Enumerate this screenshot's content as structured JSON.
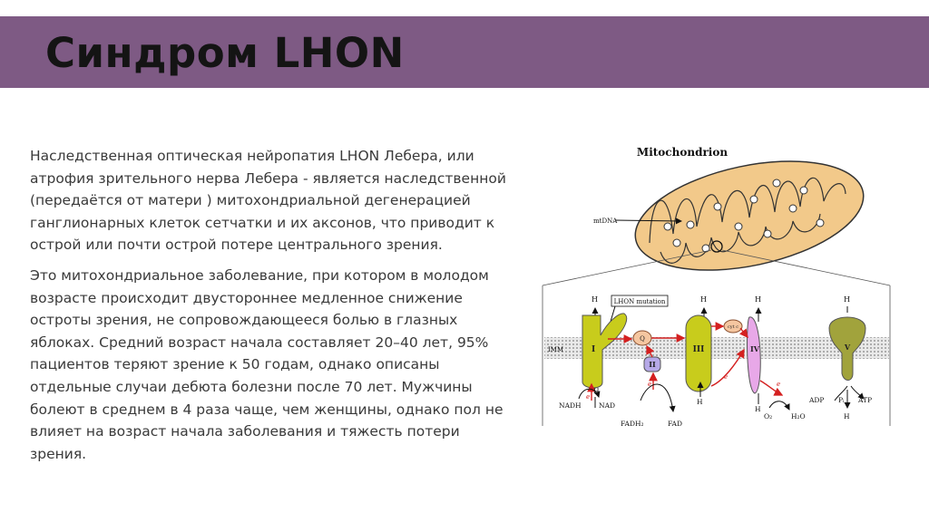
{
  "title": "Синдром LHON",
  "paragraphs": [
    "Наследственная оптическая нейропатия LHON Лебера, или атрофия зрительного нерва Лебера  - является наследственной (передаётся от матери ) митохондриальной дегенерацией ганглионарных клеток сетчатки и их аксонов, что приводит к острой или почти острой потере центрального зрения.",
    "Это митохондриальное заболевание, при котором в молодом возрасте происходит двустороннее медленное снижение остроты зрения, не сопровождающееся болью в глазных яблоках. Средний возраст начала составляет 20–40 лет, 95% пациентов теряют зрение к 50 годам, однако описаны отдельные случаи дебюта болезни после 70 лет. Мужчины болеют в среднем в 4 раза чаще, чем женщины, однако пол не влияет на возраст начала заболевания и тяжесть потери зрения."
  ],
  "diagram": {
    "mitochondrion_label": "Mitochondrion",
    "mtdna_label": "mtDNA",
    "imm_label": "IMM",
    "mutation_label": "LHON mutation",
    "complexes": [
      "I",
      "II",
      "III",
      "IV",
      "V"
    ],
    "proton": "H",
    "o2": "O₂",
    "q": "Q",
    "cyt_c": "cyt c",
    "e": "e",
    "nadh": "NADH",
    "nad": "NAD",
    "fadh2": "FADH₂",
    "fad": "FAD",
    "water": "H₂O",
    "adp": "ADP",
    "pi": "Pᵢ",
    "atp": "ATP",
    "colors": {
      "title_bar": "#7e5a84",
      "mitochondrion": "#f2c98a",
      "complex_I_III": "#c8cc1c",
      "complex_II": "#b6a9e8",
      "complex_IV": "#e8a8e8",
      "complex_V": "#a1a33c",
      "electron_path": "#d42020"
    }
  }
}
